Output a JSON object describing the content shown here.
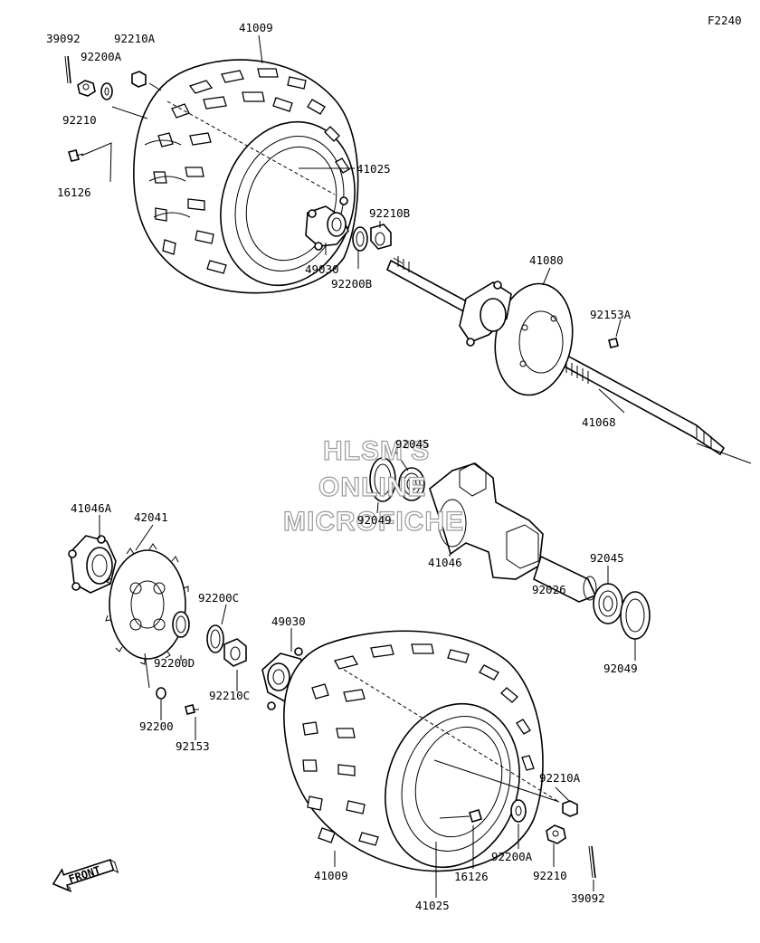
{
  "diagram_id": "F2240",
  "watermark": [
    "HLSM'S",
    "ONLINE",
    "MICROFICHE"
  ],
  "front_label": "FRONT",
  "labels": {
    "p39092_top": "39092",
    "p92210A_top": "92210A",
    "p41009_top": "41009",
    "p92200A_top": "92200A",
    "p92210_top": "92210",
    "p16126_top": "16126",
    "p41025_top": "41025",
    "p92210B": "92210B",
    "p49030_top": "49030",
    "p92200B": "92200B",
    "p41080": "41080",
    "p92153A": "92153A",
    "p41068": "41068",
    "p92045_mid": "92045",
    "p92049_mid": "92049",
    "p41046A": "41046A",
    "p42041": "42041",
    "p41046": "41046",
    "p92045_r": "92045",
    "p92026": "92026",
    "p92049_r": "92049",
    "p92200C": "92200C",
    "p49030_bot": "49030",
    "p92200D": "92200D",
    "p92210C": "92210C",
    "p92200": "92200",
    "p92153": "92153",
    "p92210A_bot": "92210A",
    "p41009_bot": "41009",
    "p92200A_bot": "92200A",
    "p16126_bot": "16126",
    "p92210_bot": "92210",
    "p41025_bot": "41025",
    "p39092_bot": "39092"
  }
}
